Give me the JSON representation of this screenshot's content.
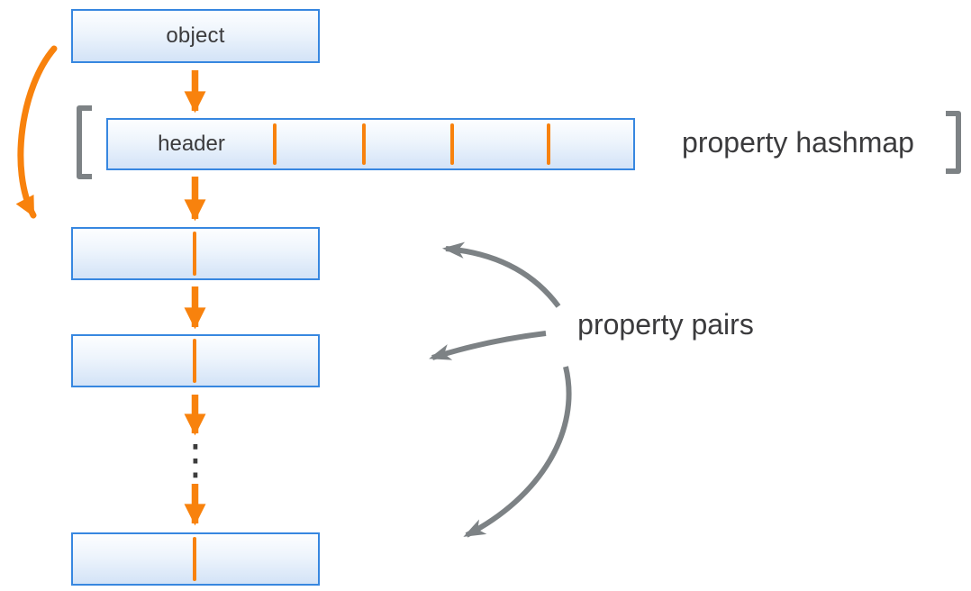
{
  "colors": {
    "orange": "#F8820D",
    "blue-border": "#3787E0",
    "box-fill-top": "#FDFEFF",
    "box-fill-mid": "#EDF4FC",
    "box-fill-bottom": "#D3E3F7",
    "gray": "#7D8285",
    "ink": "#3B3B3D"
  },
  "diagram": {
    "object": {
      "label": "object"
    },
    "hashmap": {
      "header_label": "header",
      "caption": "property hashmap",
      "slot_divider_count": 4
    },
    "property_pairs": {
      "caption": "property pairs",
      "visible_box_count": 3,
      "ellipsis": "⋮"
    }
  }
}
